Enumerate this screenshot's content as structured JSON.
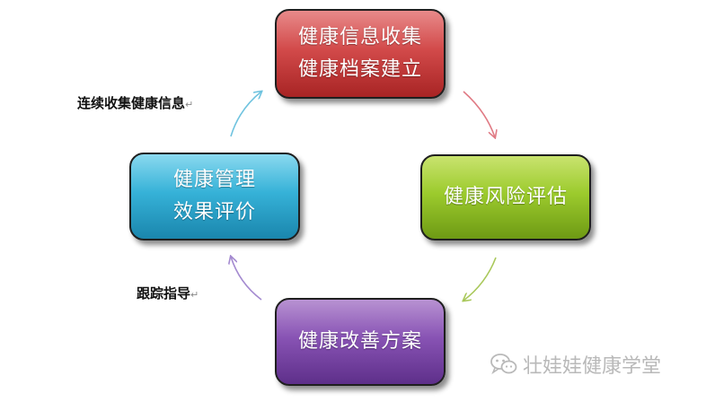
{
  "nodes": {
    "top": [
      "健康信息收集",
      "健康档案建立"
    ],
    "right": [
      "健康风险评估"
    ],
    "bottom": [
      "健康改善方案"
    ],
    "left": [
      "健康管理",
      "效果评价"
    ]
  },
  "labels": {
    "collect": "连续收集健康信息",
    "track": "跟踪指导",
    "mark": "↵"
  },
  "watermark": {
    "text": "壮娃娃健康学堂",
    "icon": "wechat-icon"
  },
  "colors": {
    "top": "#d24a4a",
    "right": "#9ccb2d",
    "bottom": "#8853b4",
    "left": "#36b2d8",
    "arrow_top_right": "#e07a84",
    "arrow_right_bottom": "#a9c85a",
    "arrow_bottom_left": "#a48ad0",
    "arrow_left_top": "#6fc3df"
  }
}
